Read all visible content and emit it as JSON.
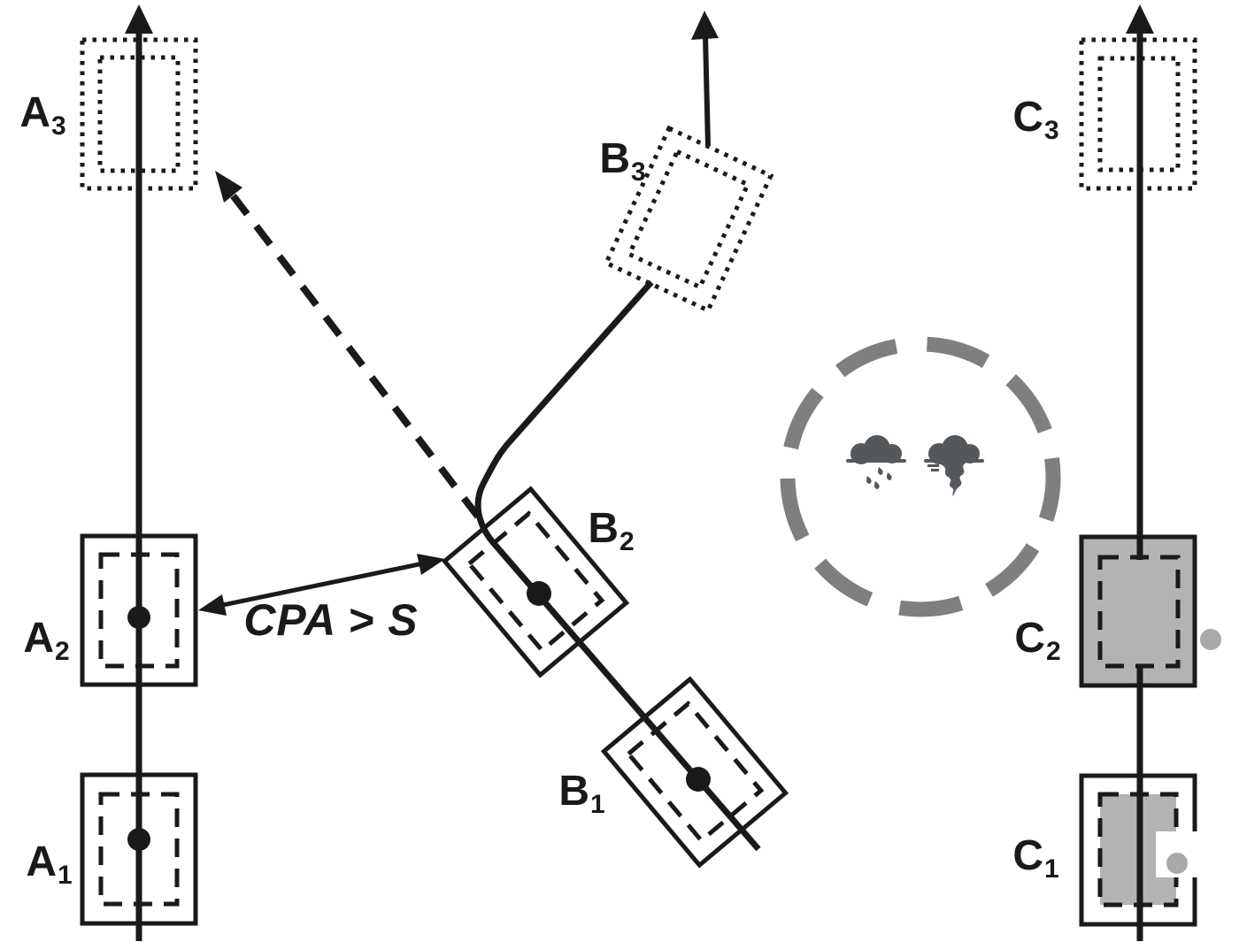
{
  "diagram": {
    "description": "Ship collision-avoidance scenario diagram with three vessel tracks (A, B, C), ship-domain boxes, CPA condition annotation and a hazardous weather zone",
    "annotation": {
      "cpa": "CPA > S"
    },
    "labels": {
      "a1": {
        "base": "A",
        "sub": "1"
      },
      "a2": {
        "base": "A",
        "sub": "2"
      },
      "a3": {
        "base": "A",
        "sub": "3"
      },
      "b1": {
        "base": "B",
        "sub": "1"
      },
      "b2": {
        "base": "B",
        "sub": "2"
      },
      "b3": {
        "base": "B",
        "sub": "3"
      },
      "c1": {
        "base": "C",
        "sub": "1"
      },
      "c2": {
        "base": "C",
        "sub": "2"
      },
      "c3": {
        "base": "C",
        "sub": "3"
      }
    },
    "icons": {
      "weather_zone": [
        "rain-cloud-icon",
        "tornado-icon"
      ]
    },
    "colors": {
      "ink": "#1a1a1a",
      "vessel_fill": "#ffffff",
      "shaded_fill": "#b3b3b3",
      "offtrack_dot": "#a9a9a9",
      "weather_ring": "#7f7f7f",
      "weather_icon": "#54585c"
    }
  }
}
